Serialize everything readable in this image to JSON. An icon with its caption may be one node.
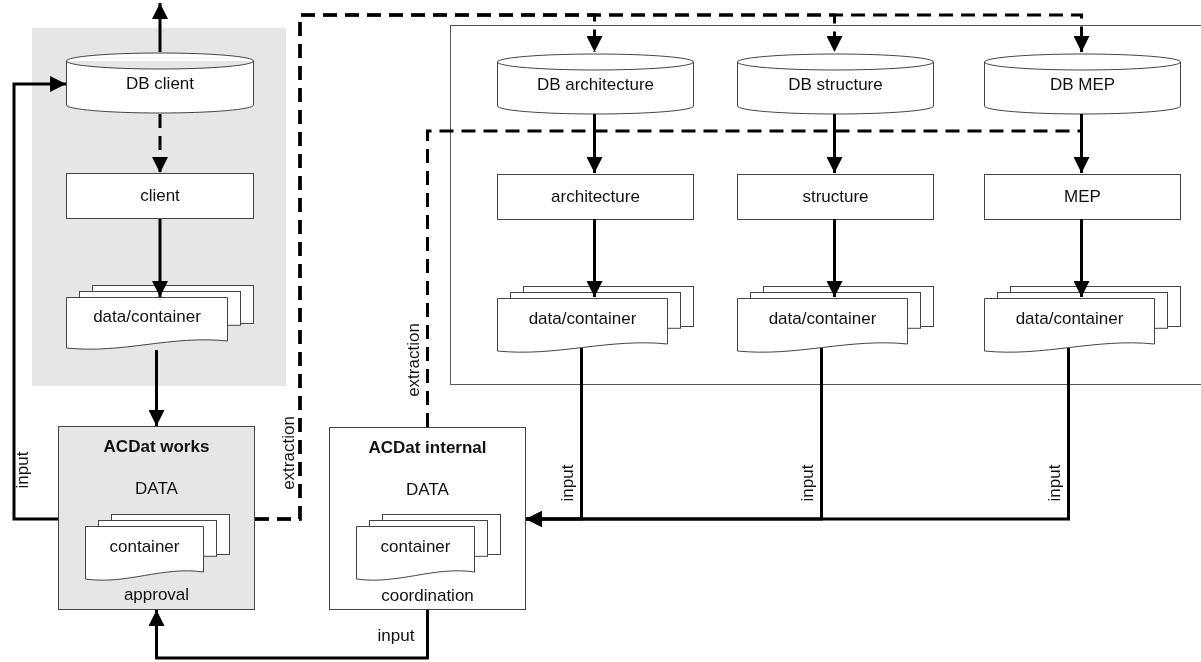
{
  "diagram": {
    "nodes": [
      {
        "text": [],
        "shape": "box"
      },
      {
        "text": [
          "DB client"
        ],
        "in": 0
      },
      {
        "text": [
          "client"
        ],
        "in": 0
      },
      {
        "text": [
          "data/container"
        ],
        "in": 0
      },
      {
        "text": [],
        "shape": "box"
      },
      {
        "text": [
          "DB architecture"
        ],
        "in": 4
      },
      {
        "text": [
          "DB structure"
        ],
        "in": 4
      },
      {
        "text": [
          "DB MEP"
        ],
        "in": 4
      },
      {
        "text": [
          "architecture"
        ],
        "in": 4
      },
      {
        "text": [
          "structure"
        ],
        "in": 4
      },
      {
        "text": [
          "MEP"
        ],
        "in": 4
      },
      {
        "text": [
          "data/container"
        ],
        "in": 4
      },
      {
        "text": [
          "data/container"
        ],
        "in": 4
      },
      {
        "text": [
          "data/container"
        ],
        "in": 4
      },
      {
        "text": [
          "ACDat works",
          "DATA",
          "approval"
        ]
      },
      {
        "text": [
          "container"
        ],
        "in": 14
      },
      {
        "text": [
          "ACDat internal",
          "DATA",
          "coordination"
        ]
      },
      {
        "text": [
          "container"
        ],
        "in": 16
      }
    ],
    "edges": [
      {
        "from": 1,
        "to": null,
        "arrow": "to"
      },
      {
        "from": 1,
        "to": 2,
        "arrow": "to",
        "style": "dashed"
      },
      {
        "from": 2,
        "to": 3,
        "arrow": "to"
      },
      {
        "from": 3,
        "to": 14,
        "arrow": "to"
      },
      {
        "from": 14,
        "to": 1,
        "arrow": "to",
        "label": "input"
      },
      {
        "from": 14,
        "to": 5,
        "arrow": "to",
        "style": "dashed",
        "label": "extraction"
      },
      {
        "from": 14,
        "to": 6,
        "arrow": "to",
        "style": "dashed"
      },
      {
        "from": 14,
        "to": 7,
        "arrow": "to",
        "style": "dashed"
      },
      {
        "from": 5,
        "to": 8,
        "arrow": "to"
      },
      {
        "from": 6,
        "to": 9,
        "arrow": "to"
      },
      {
        "from": 7,
        "to": 10,
        "arrow": "to"
      },
      {
        "from": 8,
        "to": 11,
        "arrow": "to"
      },
      {
        "from": 9,
        "to": 12,
        "arrow": "to"
      },
      {
        "from": 10,
        "to": 13,
        "arrow": "to"
      },
      {
        "from": 11,
        "to": 16,
        "arrow": "to",
        "label": "input"
      },
      {
        "from": 12,
        "to": 16,
        "arrow": "to",
        "label": "input"
      },
      {
        "from": 13,
        "to": 16,
        "arrow": "to",
        "label": "input"
      },
      {
        "from": 16,
        "to": 7,
        "arrow": "none",
        "style": "dashed",
        "label": "extraction"
      },
      {
        "from": 16,
        "to": 14,
        "arrow": "to",
        "label": "input"
      }
    ]
  }
}
